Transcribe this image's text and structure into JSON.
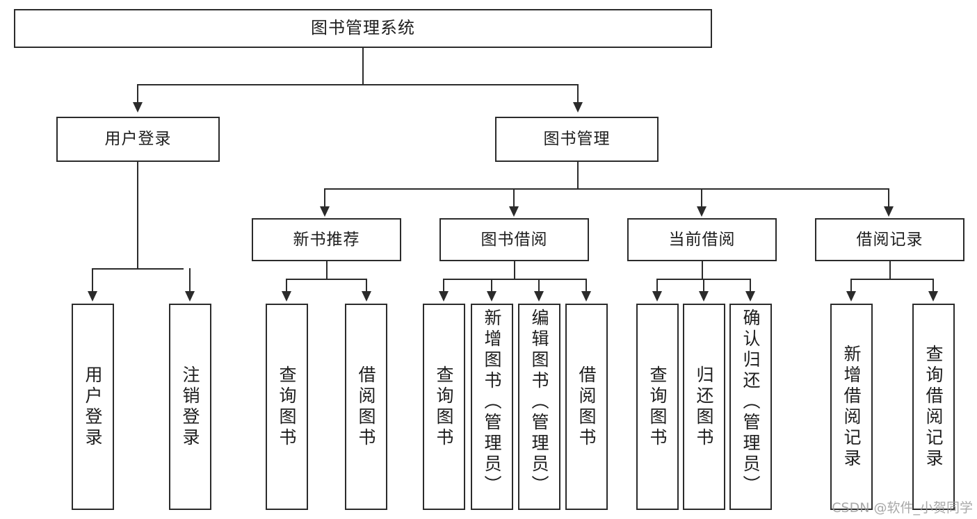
{
  "diagram": {
    "type": "tree-hierarchy",
    "title": "图书管理系统",
    "orientation": "top-down",
    "colors": {
      "box_border": "#2b2b2b",
      "box_fill": "#ffffff",
      "connector": "#2b2b2b",
      "text": "#1d1d1d",
      "watermark": "#9a9a9a",
      "background": "#ffffff"
    }
  },
  "nodes": {
    "root": {
      "label": "图书管理系统"
    },
    "level2": [
      {
        "id": "user-login",
        "label": "用户登录"
      },
      {
        "id": "book-manage",
        "label": "图书管理"
      }
    ],
    "level3": [
      {
        "id": "new-book-recommend",
        "label": "新书推荐"
      },
      {
        "id": "book-borrow",
        "label": "图书借阅"
      },
      {
        "id": "current-borrow",
        "label": "当前借阅"
      },
      {
        "id": "borrow-record",
        "label": "借阅记录"
      }
    ],
    "leaves": {
      "user_login": [
        {
          "id": "leaf-user-login",
          "label": "用户登录"
        },
        {
          "id": "leaf-logout-login",
          "label": "注销登录"
        }
      ],
      "new_book_recommend": [
        {
          "id": "leaf-query-book-1",
          "label": "查询图书"
        },
        {
          "id": "leaf-borrow-book-1",
          "label": "借阅图书"
        }
      ],
      "book_borrow": [
        {
          "id": "leaf-query-book-2",
          "label": "查询图书"
        },
        {
          "id": "leaf-add-book",
          "label": "新增图书（管理员）"
        },
        {
          "id": "leaf-edit-book",
          "label": "编辑图书（管理员）"
        },
        {
          "id": "leaf-borrow-book-2",
          "label": "借阅图书"
        }
      ],
      "current_borrow": [
        {
          "id": "leaf-query-book-3",
          "label": "查询图书"
        },
        {
          "id": "leaf-return-book",
          "label": "归还图书"
        },
        {
          "id": "leaf-confirm-return",
          "label": "确认归还（管理员）"
        }
      ],
      "borrow_record": [
        {
          "id": "leaf-add-borrow-record",
          "label": "新增借阅记录"
        },
        {
          "id": "leaf-query-borrow-record",
          "label": "查询借阅记录"
        }
      ]
    }
  },
  "watermark": {
    "text": "CSDN @软件_小贺同学"
  }
}
